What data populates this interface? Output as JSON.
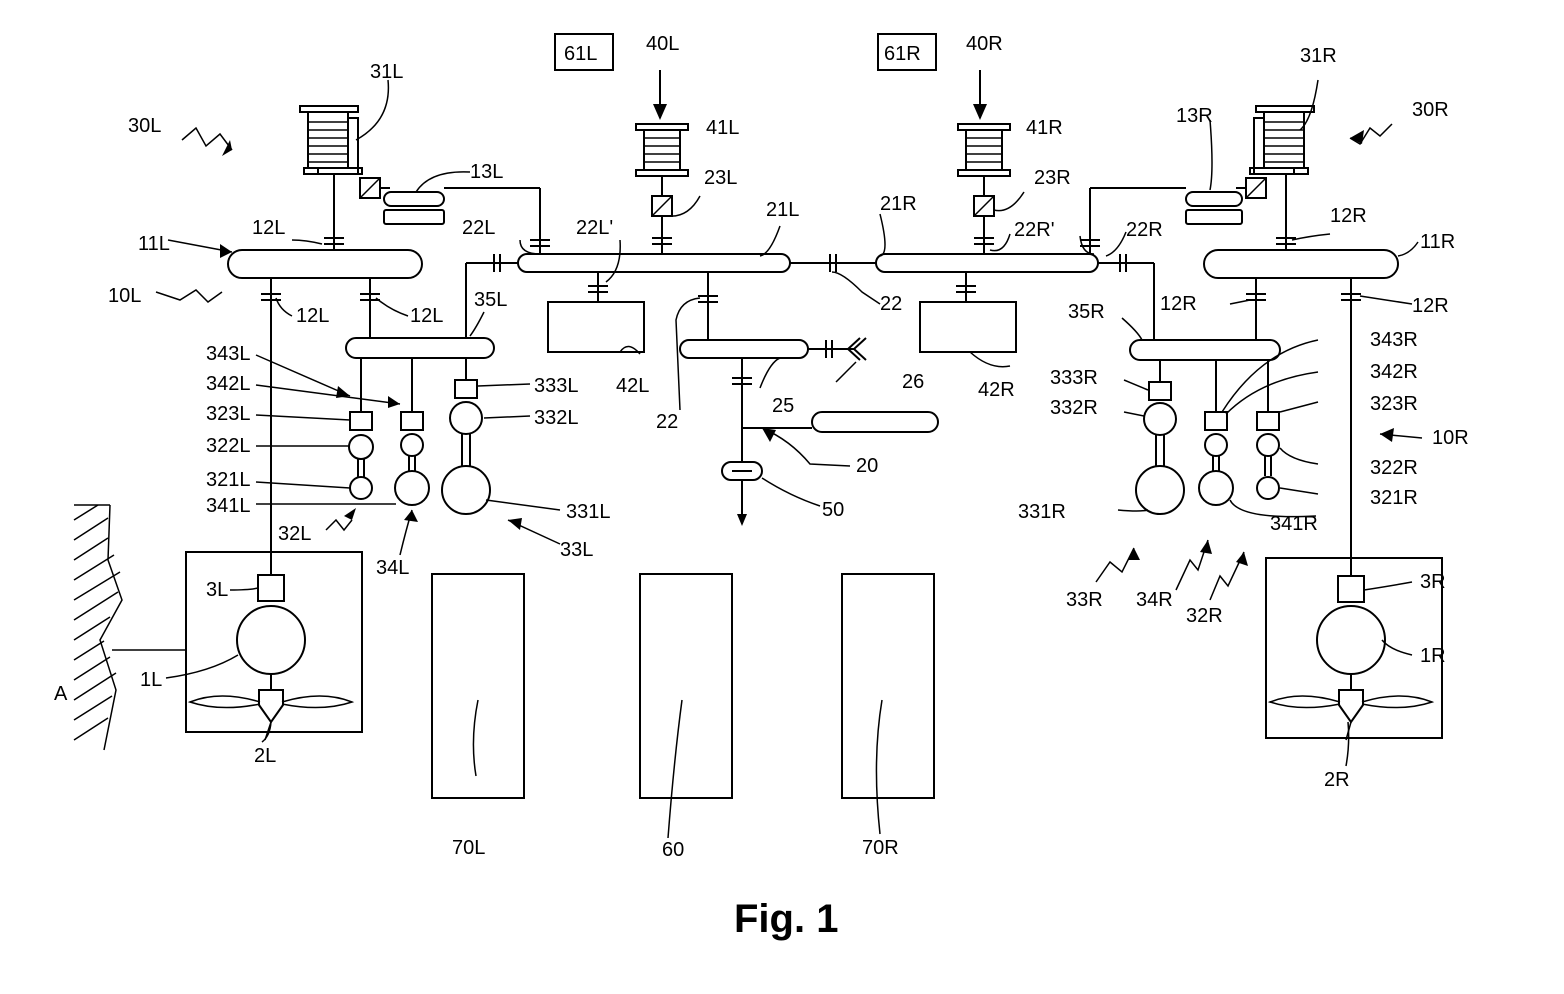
{
  "figure": {
    "caption": "Fig. 1",
    "labels": {
      "l30L": "30L",
      "l31L": "31L",
      "l13L": "13L",
      "l61L": "61L",
      "l40L": "40L",
      "l41L": "41L",
      "l23L": "23L",
      "l21L": "21L",
      "l22L": "22L",
      "l22Lp": "22L'",
      "l11L": "11L",
      "l12L_a": "12L",
      "l10L": "10L",
      "l12L_b": "12L",
      "l12L_c": "12L",
      "l35L": "35L",
      "l343L": "343L",
      "l342L": "342L",
      "l323L": "323L",
      "l322L": "322L",
      "l321L": "321L",
      "l341L": "341L",
      "l32L": "32L",
      "l34L": "34L",
      "l333L": "333L",
      "l332L": "332L",
      "l331L": "331L",
      "l33L": "33L",
      "l42L": "42L",
      "l3L": "3L",
      "l1L": "1L",
      "lA": "A",
      "l2L": "2L",
      "l70L": "70L",
      "l60": "60",
      "l70R": "70R",
      "l22_a": "22",
      "l22_b": "22",
      "l25": "25",
      "l26": "26",
      "l20": "20",
      "l50": "50",
      "l61R": "61R",
      "l40R": "40R",
      "l41R": "41R",
      "l23R": "23R",
      "l21R": "21R",
      "l22Rp": "22R'",
      "l22R": "22R",
      "l13R": "13R",
      "l31R": "31R",
      "l30R": "30R",
      "l12R_a": "12R",
      "l11R": "11R",
      "l12R_b": "12R",
      "l12R_c": "12R",
      "l35R": "35R",
      "l42R": "42R",
      "l343R": "343R",
      "l342R": "342R",
      "l323R": "323R",
      "l333R": "333R",
      "l332R": "332R",
      "l10R": "10R",
      "l322R": "322R",
      "l321R": "321R",
      "l331R": "331R",
      "l341R": "341R",
      "l33R": "33R",
      "l34R": "34R",
      "l32R": "32R",
      "l3R": "3R",
      "l1R": "1R",
      "l2R": "2R"
    }
  }
}
